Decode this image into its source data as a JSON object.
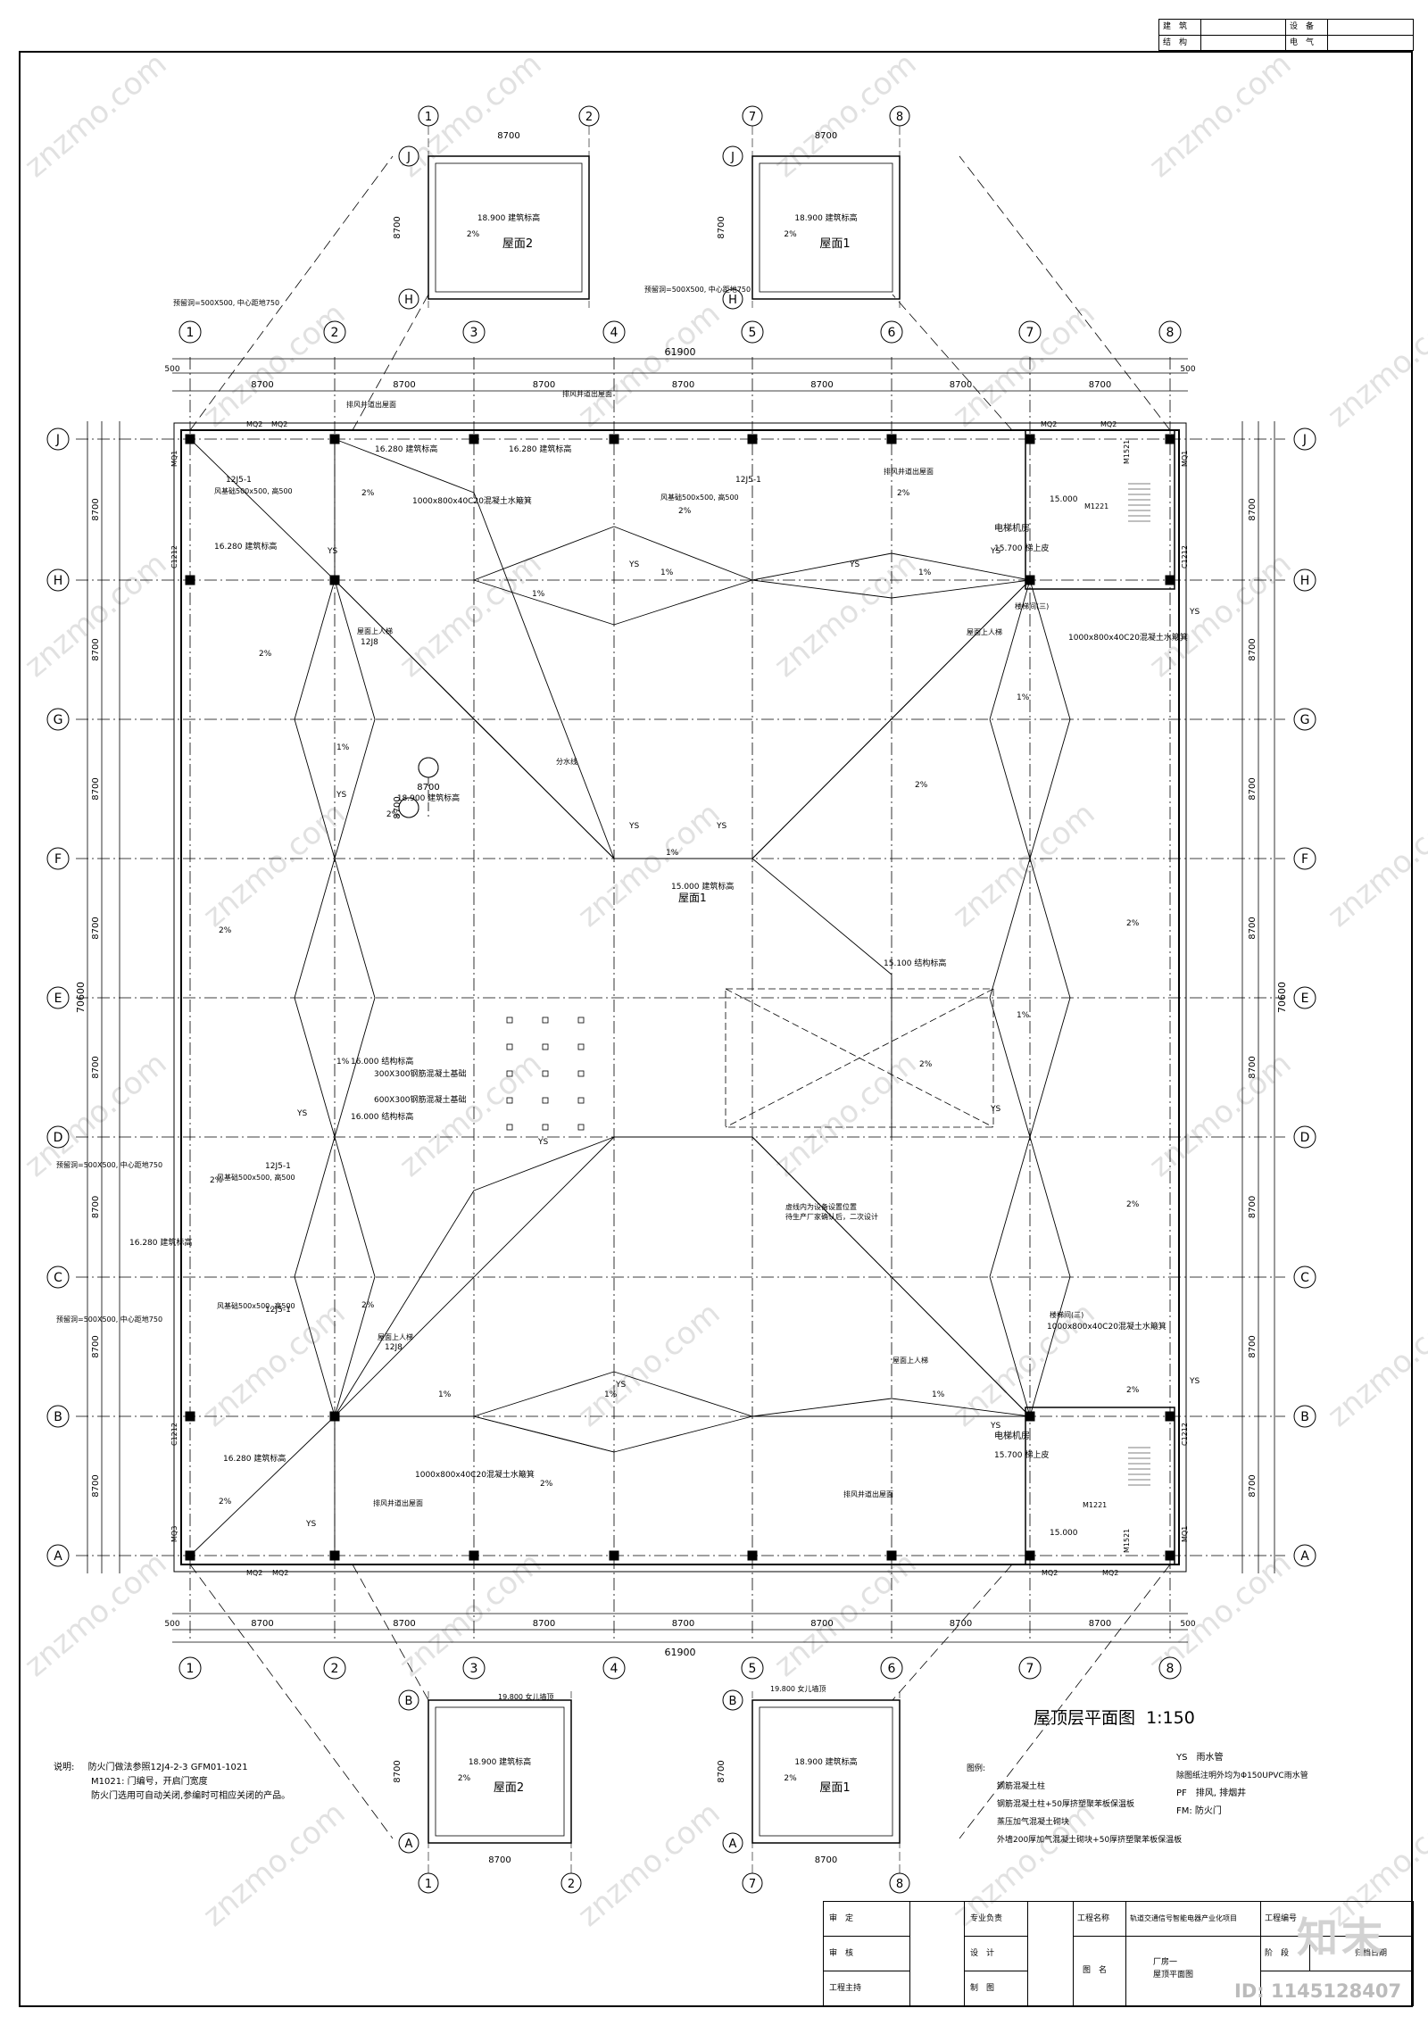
{
  "sheet": {
    "top_sign_table": [
      [
        "建　筑",
        "",
        "设　备",
        ""
      ],
      [
        "结　构",
        "",
        "电　气",
        ""
      ]
    ],
    "drawing_title": "屋顶层平面图",
    "scale": "1:150",
    "axes": {
      "columns": [
        "1",
        "2",
        "3",
        "4",
        "5",
        "6",
        "7",
        "8"
      ],
      "rows": [
        "A",
        "B",
        "C",
        "D",
        "E",
        "F",
        "G",
        "H",
        "J"
      ],
      "spacing": "8700",
      "total_width": "61900",
      "total_height": "70600",
      "edge_margin": "500"
    },
    "roof_labels": {
      "main_roof": "屋面1",
      "stair_roof_1": "屋面1",
      "stair_roof_2": "屋面2",
      "main_elevation": "15.000",
      "main_elevation_note": "15.000 建筑标高",
      "stair_elevation": "18.900",
      "stair_elevation_note": "18.900 建筑标高",
      "parapet_elevation": "19.800 女儿墙顶",
      "elevator_room_elev": "15.700 梯上皮",
      "platform_elev": "16.280 建筑标高"
    },
    "annotations": {
      "slope_2": "2%",
      "slope_1": "1%",
      "downpipe": "YS",
      "elevator_room": "电梯机房",
      "overflow_1": "1000x800x40C20混凝土水簸箕",
      "reserve_hole": "预留洞=500X500, 中心距地750",
      "fan_base": "风基础500x500, 高500",
      "exhaust_shaft": "排风井道出屋面",
      "detail_ref_1": "12J5-1",
      "detail_ref_2": "12J8",
      "beam_1": "300X300钢筋混凝土基础",
      "beam_2": "600X300钢筋混凝土基础",
      "beam_elev": "16.000 结构标高",
      "roof_ladder": "屋面上人梯",
      "divide_line": "分水线",
      "dashed_zone": "虚线内为设备设置位置",
      "dashed_zone_2": "待生产厂家确认后，二次设计",
      "pointing_1": "15.100 结构标高",
      "stair_3": "楼梯间(三)",
      "walls_door": "MQ2",
      "wall_door_1": "MQ1",
      "wall_door_3": "MQ3",
      "door_c1212": "C1212",
      "door_m1521": "M1521",
      "door_m1221": "M1221",
      "hatch": "防火门",
      "fire_door": "15.000"
    },
    "notes": {
      "label": "说明:",
      "lines": [
        "防火门做法参照12J4-2-3 GFM01-1021",
        "M1021: 门编号，开启门宽度",
        "防火门选用可自动关闭,参编时可相应关闭的产品。"
      ]
    },
    "legend": {
      "title": "图例:",
      "items": [
        "钢筋混凝土柱",
        "钢筋混凝土柱+50厚挤塑聚苯板保温板",
        "蒸压加气混凝土砌块",
        "外墙200厚加气混凝土砌块+50厚挤塑聚苯板保温板"
      ],
      "codes": [
        "YS　雨水管",
        "除图纸注明外均为Φ150UPVC雨水管",
        "PF　排风, 排烟井",
        "FM: 防火门"
      ]
    },
    "title_block": {
      "roles": [
        "审　定",
        "审　核",
        "工程主持"
      ],
      "roles2": [
        "专业负责",
        "设　计",
        "制　图"
      ],
      "project_label": "工程名称",
      "project_name": "轨道交通信号智能电器产业化项目",
      "drawing_label": "图　名",
      "drawing_name": "厂房一",
      "drawing_name_2": "屋顶平面图",
      "project_no_label": "工程编号",
      "stage_label": "阶　段",
      "date_label": "归档日期",
      "logo": "知末",
      "id_text": "ID: 1145128407"
    },
    "watermark": "znzmo.com"
  }
}
